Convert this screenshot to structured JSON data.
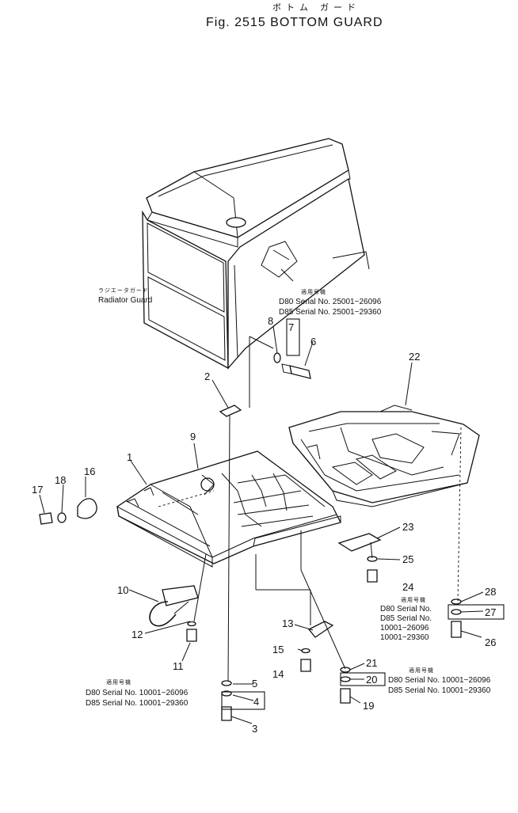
{
  "header": {
    "kana_title": "ボトム ガード",
    "fig_title": "Fig. 2515 BOTTOM GUARD"
  },
  "labels": {
    "radiator_jp": "ラジエータガード",
    "radiator_en": "Radiator Guard"
  },
  "notes": {
    "upper": {
      "jp": "適用号機",
      "line1": "D80 Serial No. 25001~26096",
      "line2": "D85 Serial No. 25001~29360"
    },
    "left": {
      "jp": "適用号機",
      "line1": "D80 Serial No. 10001~26096",
      "line2": "D85 Serial No. 10001~29360"
    },
    "middle": {
      "jp": "適用号機",
      "line1": "D80 Serial No. 10001~26096",
      "line2": "D85 Serial No. 10001~29360"
    },
    "right": {
      "jp": "適用号機",
      "line1": "D80 Serial No.",
      "line2": "D85 Serial No.",
      "line3": "10001~26096",
      "line4": "10001~29360"
    }
  },
  "parts": {
    "p1": "1",
    "p2": "2",
    "p3": "3",
    "p4": "4",
    "p5": "5",
    "p6": "6",
    "p7": "7",
    "p8": "8",
    "p9": "9",
    "p10": "10",
    "p11": "11",
    "p12": "12",
    "p13": "13",
    "p14": "14",
    "p15": "15",
    "p16": "16",
    "p17": "17",
    "p18": "18",
    "p19": "19",
    "p20": "20",
    "p21": "21",
    "p22": "22",
    "p23": "23",
    "p24": "24",
    "p25": "25",
    "p26": "26",
    "p27": "27",
    "p28": "28"
  }
}
